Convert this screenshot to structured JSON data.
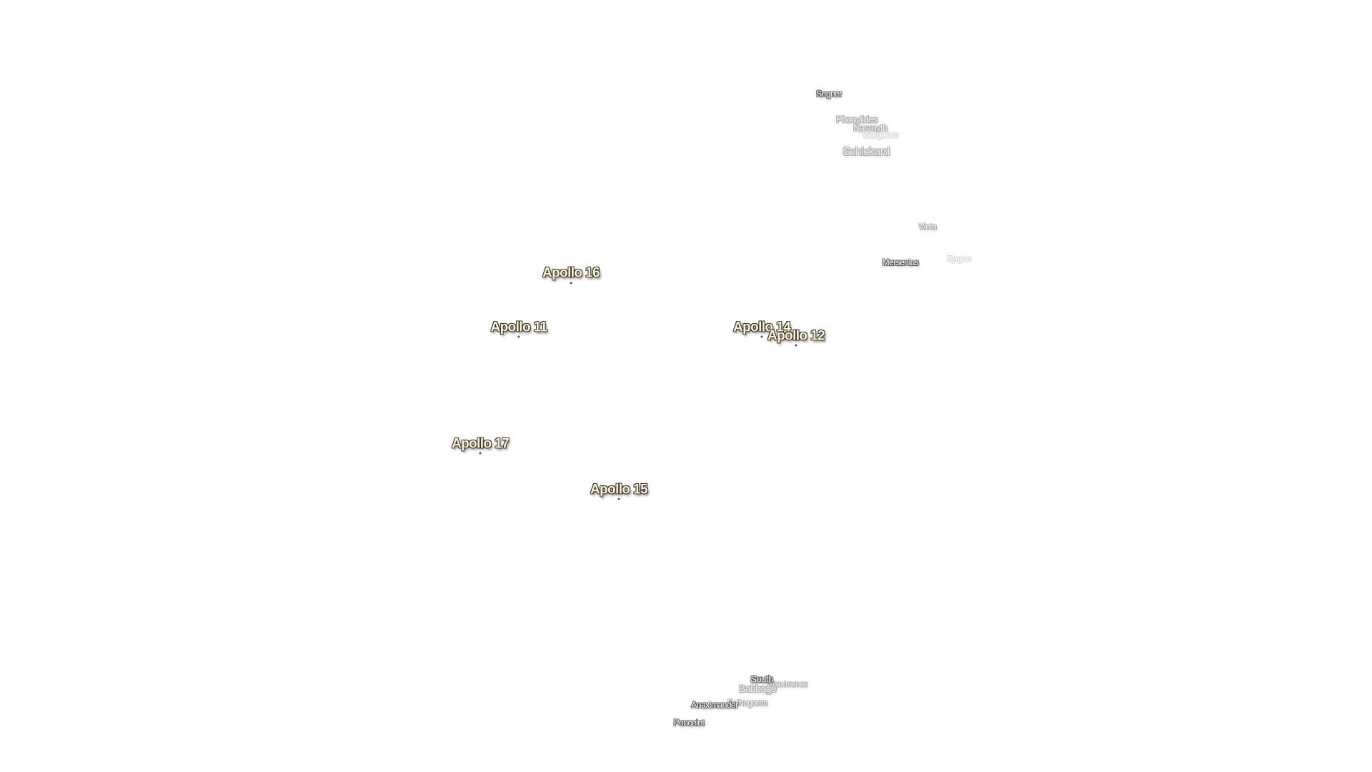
{
  "landing_sites": [
    {
      "name": "Apollo 16"
    },
    {
      "name": "Apollo 11"
    },
    {
      "name": "Apollo 14"
    },
    {
      "name": "Apollo 12"
    },
    {
      "name": "Apollo 17"
    },
    {
      "name": "Apollo 15"
    }
  ],
  "craters": [
    {
      "name": "Segner"
    },
    {
      "name": "Phocylides"
    },
    {
      "name": "Nasmyth"
    },
    {
      "name": "Wargentin"
    },
    {
      "name": "Schickard"
    },
    {
      "name": "Vieta"
    },
    {
      "name": "Mersenius"
    },
    {
      "name": "Byrgius"
    },
    {
      "name": "South"
    },
    {
      "name": "Babbage"
    },
    {
      "name": "Anaximenes"
    },
    {
      "name": "Anaximander"
    },
    {
      "name": "Pythagoras"
    },
    {
      "name": "Poncelet"
    }
  ],
  "colors": {
    "background": "#ffffff",
    "landing_text": "#fbf3dc",
    "landing_outline": "#3a3326",
    "crater_text": "#ffffff"
  }
}
